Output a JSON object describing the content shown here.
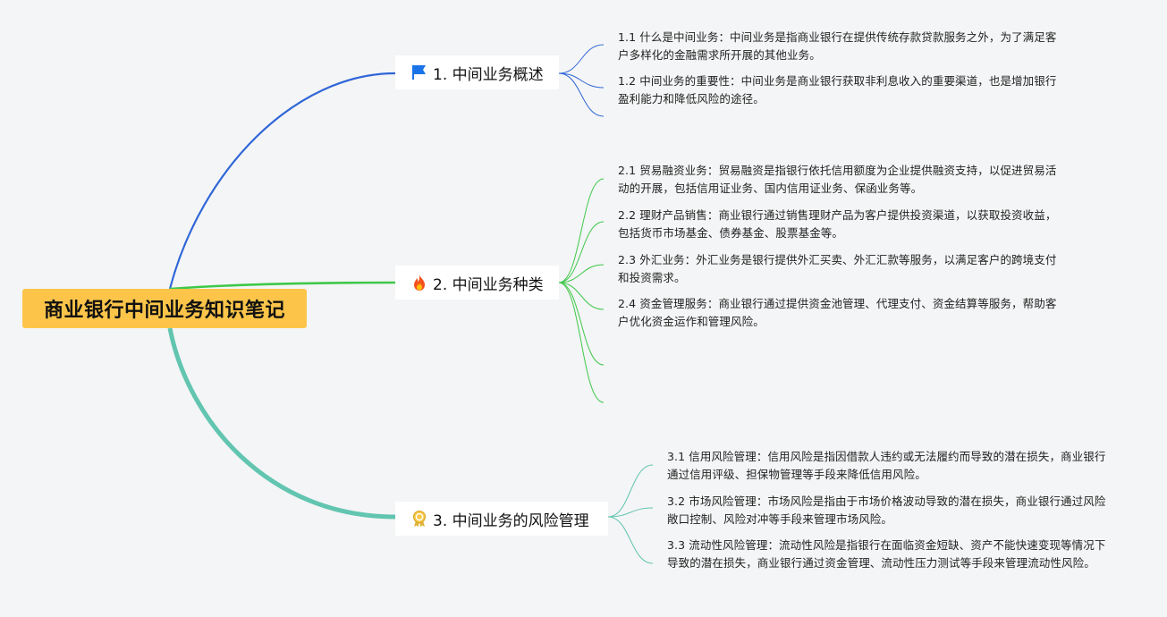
{
  "root": {
    "title": "商业银行中间业务知识笔记"
  },
  "topics": [
    {
      "label": "1. 中间业务概述",
      "icon": "flag-icon",
      "color": "#2f66d8",
      "items": [
        "1.1 什么是中间业务：中间业务是指商业银行在提供传统存款贷款服务之外，为了满足客户多样化的金融需求所开展的其他业务。",
        "1.2 中间业务的重要性：中间业务是商业银行获取非利息收入的重要渠道，也是增加银行盈利能力和降低风险的途径。"
      ]
    },
    {
      "label": "2. 中间业务种类",
      "icon": "fire-icon",
      "color": "#3ec84a",
      "items": [
        "2.1 贸易融资业务：贸易融资是指银行依托信用额度为企业提供融资支持，以促进贸易活动的开展，包括信用证业务、国内信用证业务、保函业务等。",
        "2.2 理财产品销售：商业银行通过销售理财产品为客户提供投资渠道，以获取投资收益，包括货币市场基金、债券基金、股票基金等。",
        "2.3 外汇业务：外汇业务是银行提供外汇买卖、外汇汇款等服务，以满足客户的跨境支付和投资需求。",
        "2.4 资金管理服务：商业银行通过提供资金池管理、代理支付、资金结算等服务，帮助客户优化资金运作和管理风险。"
      ]
    },
    {
      "label": "3. 中间业务的风险管理",
      "icon": "award-ribbon-icon",
      "color": "#62c5b0",
      "items": [
        "3.1 信用风险管理：信用风险是指因借款人违约或无法履约而导致的潜在损失，商业银行通过信用评级、担保物管理等手段来降低信用风险。",
        "3.2 市场风险管理：市场风险是指由于市场价格波动导致的潜在损失，商业银行通过风险敞口控制、风险对冲等手段来管理市场风险。",
        "3.3 流动性风险管理：流动性风险是指银行在面临资金短缺、资产不能快速变现等情况下导致的潜在损失，商业银行通过资金管理、流动性压力测试等手段来管理流动性风险。"
      ]
    }
  ]
}
